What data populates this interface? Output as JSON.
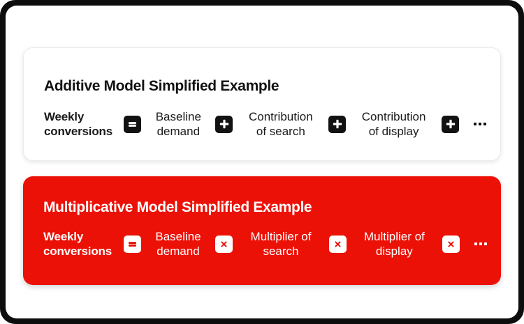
{
  "theme": {
    "frame_color": "#0d0d0d",
    "page_background": "#ffffff",
    "accent_red": "#ec1107",
    "text_dark": "#1a1a1a",
    "text_light": "#ffffff"
  },
  "cards": [
    {
      "id": "additive",
      "title": "Additive Model Simplified Example",
      "style": "light",
      "background": "#ffffff",
      "text_color": "#1a1a1a",
      "badge_background": "#121212",
      "badge_symbol_color": "#ffffff",
      "terms": [
        {
          "label": "Weekly\nconversions",
          "emphasis": "bold"
        },
        {
          "label": "Baseline\ndemand",
          "emphasis": "normal"
        },
        {
          "label": "Contribution\nof search",
          "emphasis": "normal"
        },
        {
          "label": "Contribution\nof display",
          "emphasis": "normal"
        }
      ],
      "operators": [
        {
          "symbol": "=",
          "icon": "equals-icon"
        },
        {
          "symbol": "+",
          "icon": "plus-icon"
        },
        {
          "symbol": "+",
          "icon": "plus-icon"
        },
        {
          "symbol": "+",
          "icon": "plus-icon"
        }
      ],
      "trailing": "…"
    },
    {
      "id": "multiplicative",
      "title": "Multiplicative Model Simplified Example",
      "style": "red",
      "background": "#ec1107",
      "text_color": "#ffffff",
      "badge_background": "#ffffff",
      "badge_symbol_color": "#ec1107",
      "terms": [
        {
          "label": "Weekly\nconversions",
          "emphasis": "bold"
        },
        {
          "label": "Baseline\ndemand",
          "emphasis": "normal"
        },
        {
          "label": "Multiplier of\nsearch",
          "emphasis": "normal"
        },
        {
          "label": "Multiplier of\ndisplay",
          "emphasis": "normal"
        }
      ],
      "operators": [
        {
          "symbol": "=",
          "icon": "equals-icon"
        },
        {
          "symbol": "×",
          "icon": "multiply-icon"
        },
        {
          "symbol": "×",
          "icon": "multiply-icon"
        },
        {
          "symbol": "×",
          "icon": "multiply-icon"
        }
      ],
      "trailing": "…"
    }
  ]
}
